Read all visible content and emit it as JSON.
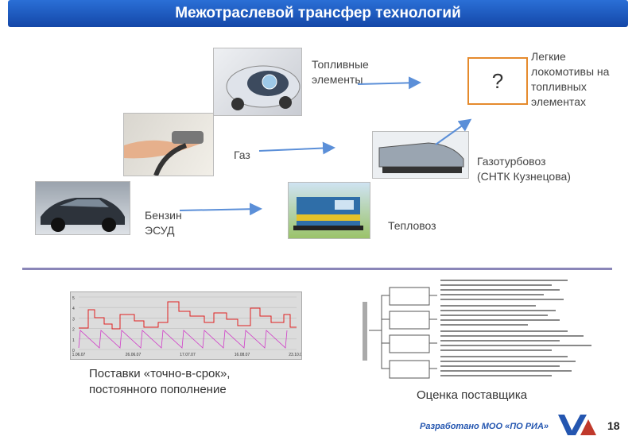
{
  "header": {
    "title": "Межотраслевой трансфер технологий"
  },
  "labels": {
    "fuel_cells": "Топливные\nэлементы",
    "locomotives": "Легкие\nлокомотивы на\nтопливных\nэлементах",
    "question": "?",
    "gas": "Газ",
    "gas_turbine": "Газотурбовоз\n(СНТК Кузнецова)",
    "petrol": "Бензин\nЭСУД",
    "diesel": "Тепловоз"
  },
  "captions": {
    "jit": "Поставки «точно-в-срок»,\nпостоянного пополнение",
    "supplier": "Оценка поставщика"
  },
  "chart_data": {
    "type": "line",
    "x_ticks": [
      "1.06.07",
      "26.06.07",
      "17.07.07",
      "16.08.07",
      "23.10.07"
    ],
    "y_ticks": [
      "0",
      "1",
      "2",
      "3",
      "4",
      "5"
    ],
    "ylim": [
      0,
      5
    ]
  },
  "footer": {
    "credit": "Разработано МОО «ПО РИА»",
    "page": "18"
  },
  "colors": {
    "header": "#1a56c4",
    "accent_orange": "#e58a2c",
    "arrow_blue": "#5b8fd8",
    "footer_blue": "#2456b0"
  }
}
